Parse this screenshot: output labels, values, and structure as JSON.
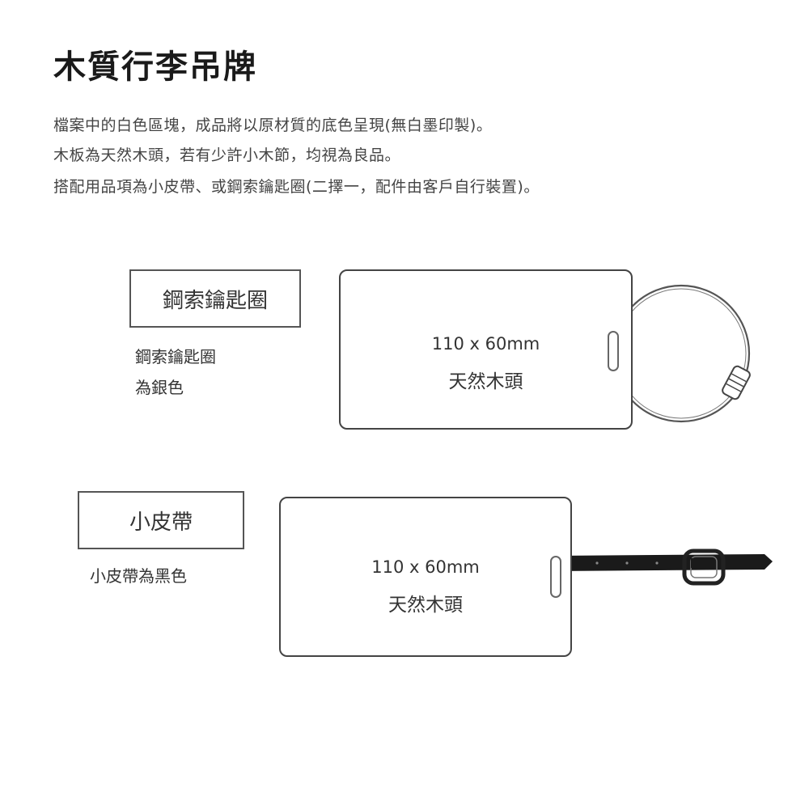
{
  "page": {
    "title": "木質行李吊牌",
    "description": [
      "檔案中的白色區塊，成品將以原材質的底色呈現(無白墨印製)。",
      "木板為天然木頭，若有少許小木節，均視為良品。",
      "搭配用品項為小皮帶、或鋼索鑰匙圈(二擇一，配件由客戶自行裝置)。"
    ]
  },
  "options": [
    {
      "label": "鋼索鑰匙圈",
      "note_lines": [
        "鋼索鑰匙圈",
        "為銀色"
      ],
      "tag_size": "110 x 60mm",
      "tag_material": "天然木頭",
      "accessory_icon": "steel-cable-key-ring"
    },
    {
      "label": "小皮帶",
      "note_lines": [
        "小皮帶為黑色"
      ],
      "tag_size": "110 x 60mm",
      "tag_material": "天然木頭",
      "accessory_icon": "leather-strap"
    }
  ],
  "colors": {
    "outline": "#444444",
    "strap": "#1a1a1a",
    "cable": "#555555"
  }
}
